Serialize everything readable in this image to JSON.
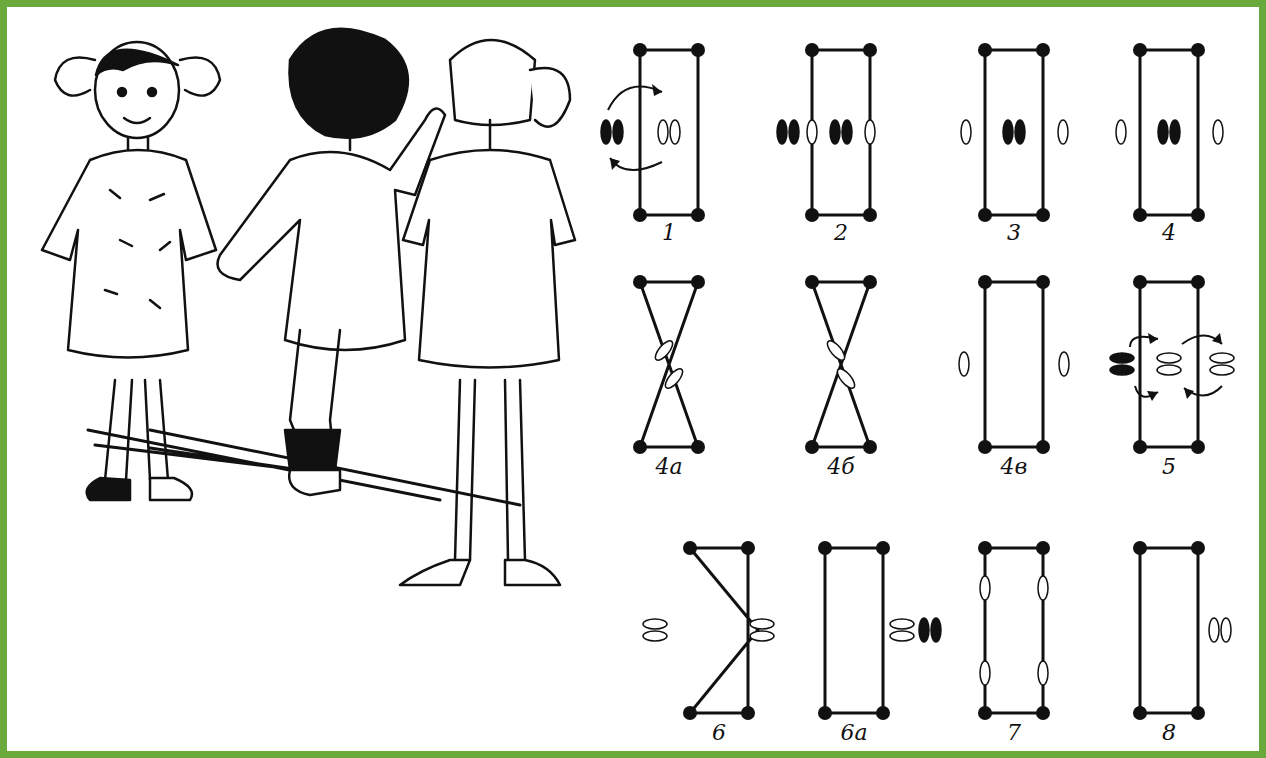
{
  "diagram": {
    "labels": [
      "1",
      "2",
      "3",
      "4",
      "4а",
      "4б",
      "4в",
      "5",
      "6",
      "6а",
      "7",
      "8"
    ]
  }
}
